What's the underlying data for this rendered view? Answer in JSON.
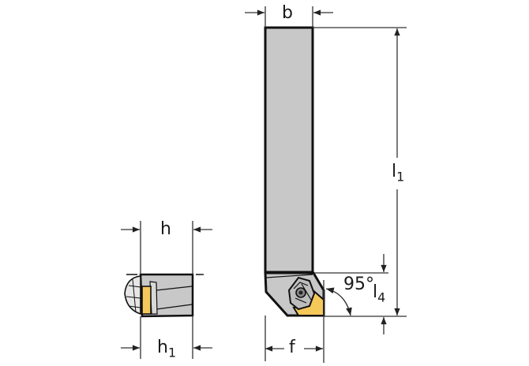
{
  "diagram": {
    "type": "turning-tool-holder-dimension-drawing",
    "colors": {
      "shank": "#c8c8c8",
      "insert": "#f5c85a",
      "outline": "#111111",
      "dim_line": "#333333",
      "background": "#ffffff"
    },
    "dimensions": {
      "b": {
        "label": "b"
      },
      "h": {
        "label": "h"
      },
      "h1": {
        "label": "h",
        "sub": "1"
      },
      "l1": {
        "label": "l",
        "sub": "1"
      },
      "l4": {
        "label": "l",
        "sub": "4"
      },
      "f": {
        "label": "f"
      },
      "angle": {
        "label": "95°"
      }
    },
    "views": {
      "front_view": "end-view (h × h1 section with insert)",
      "top_view": "top-view (shank b × l1 with clamped insert head)"
    }
  }
}
